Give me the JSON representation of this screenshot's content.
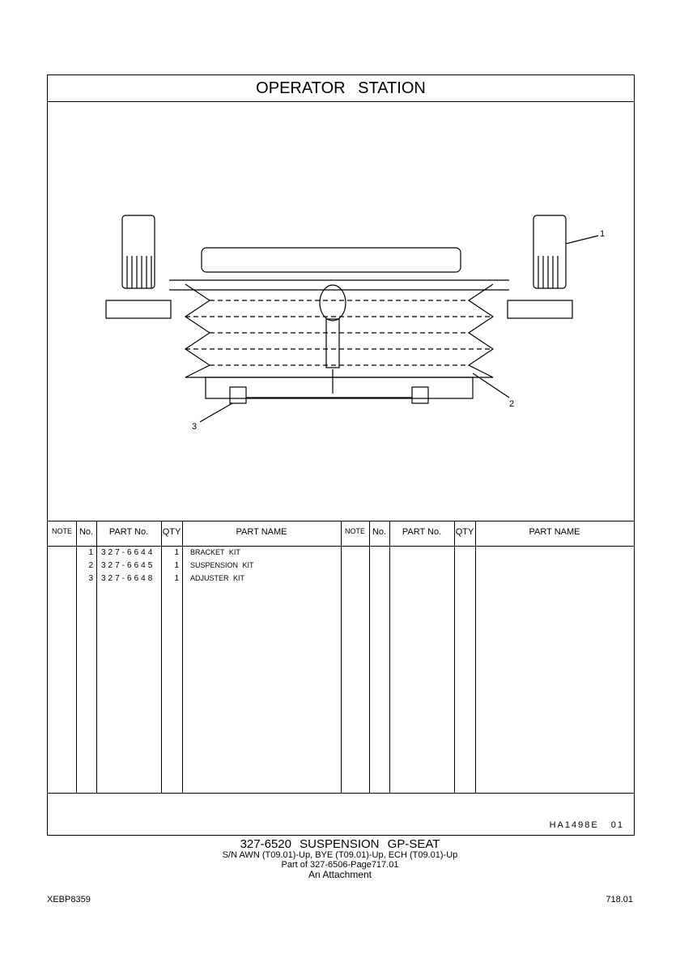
{
  "title": "OPERATOR STATION",
  "callouts": [
    "1",
    "2",
    "3"
  ],
  "table": {
    "headers": [
      "NOTE",
      "No.",
      "PART No.",
      "QTY",
      "PART NAME"
    ],
    "rows": [
      {
        "no": "1",
        "part_no": "327-6644",
        "qty": "1",
        "name": "BRACKET KIT"
      },
      {
        "no": "2",
        "part_no": "327-6645",
        "qty": "1",
        "name": "SUSPENSION KIT"
      },
      {
        "no": "3",
        "part_no": "327-6648",
        "qty": "1",
        "name": "ADJUSTER KIT"
      }
    ]
  },
  "illustration_code": "HA1498E  01",
  "caption": {
    "main": "327-6520  SUSPENSION  GP-SEAT",
    "serial": "S/N AWN (T09.01)-Up, BYE (T09.01)-Up, ECH (T09.01)-Up",
    "part_of": "Part of 327-6506-Page717.01",
    "type": "An Attachment"
  },
  "doc_id": "XEBP8359",
  "page_number": "718.01"
}
